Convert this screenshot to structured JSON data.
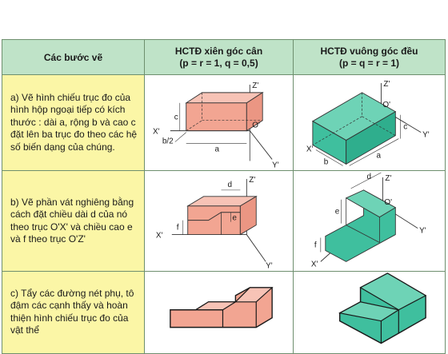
{
  "header": {
    "col_steps": "Các bước vẽ",
    "col_oblique_title": "HCTĐ xiên góc cân",
    "col_oblique_params": "(p = r = 1, q = 0,5)",
    "col_iso_title": "HCTĐ vuông góc đều",
    "col_iso_params": "(p = q = r = 1)"
  },
  "rows": [
    {
      "text": "a) Vẽ hình chiếu trục đo của hình hộp ngoại tiếp có kích thước : dài a, rộng b và cao c đặt lên ba trục đo theo các hệ số biến dạng của chúng."
    },
    {
      "text": "b) Vẽ phần vát nghiêng bằng cách đặt chiều dài d của nó theo trục O'X' và chiều cao e và f theo trục O'Z'"
    },
    {
      "text": "c) Tẩy các đường nét phụ, tô đậm các cạnh thấy và hoàn thiện hình chiếu trục đo của vật thể"
    }
  ],
  "labels": {
    "a": "a",
    "b": "b",
    "c": "c",
    "b_half": "b/2",
    "d": "d",
    "e": "e",
    "f": "f",
    "x_axis": "X'",
    "y_axis": "Y'",
    "z_axis": "Z'",
    "origin": "O'"
  },
  "colors": {
    "header_green": "#bfe3c8",
    "description_yellow": "#fbf6a6",
    "oblique_fill": "#f2a592",
    "iso_fill": "#3fbf9e",
    "border": "#6e8f6e"
  }
}
